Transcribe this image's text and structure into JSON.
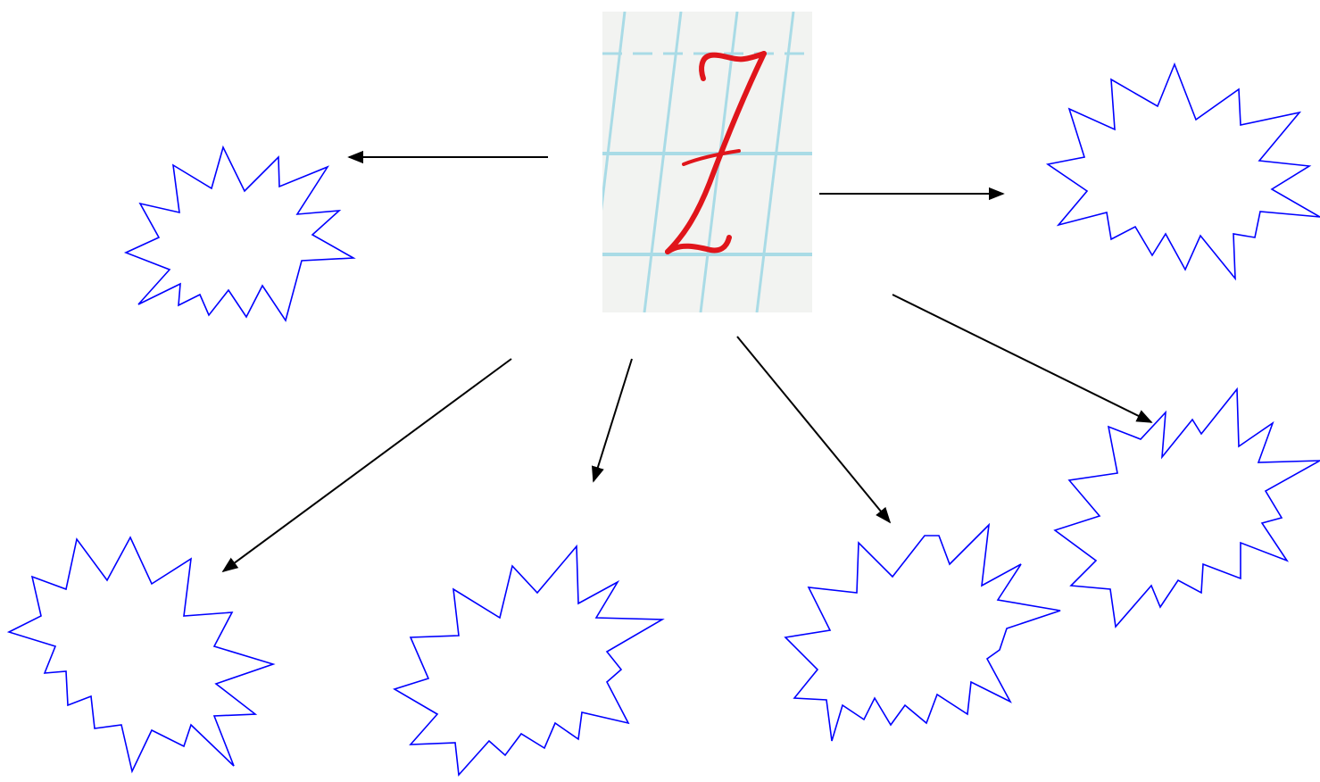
{
  "diagram": {
    "center_image": {
      "letter": "Z",
      "description_icon": "handwritten-letter-card-icon",
      "letter_color": "#e0151b",
      "grid_line_color": "#a9dbe6",
      "card_background": "#f2f3f1"
    },
    "bubble_stroke_color": "#0000ff",
    "arrow_color": "#000000",
    "bubbles": [
      {
        "id": "left",
        "text": ""
      },
      {
        "id": "right-top",
        "text": ""
      },
      {
        "id": "right-middle",
        "text": ""
      },
      {
        "id": "bottom-right",
        "text": ""
      },
      {
        "id": "bottom-middle",
        "text": ""
      },
      {
        "id": "bottom-left",
        "text": ""
      }
    ]
  }
}
